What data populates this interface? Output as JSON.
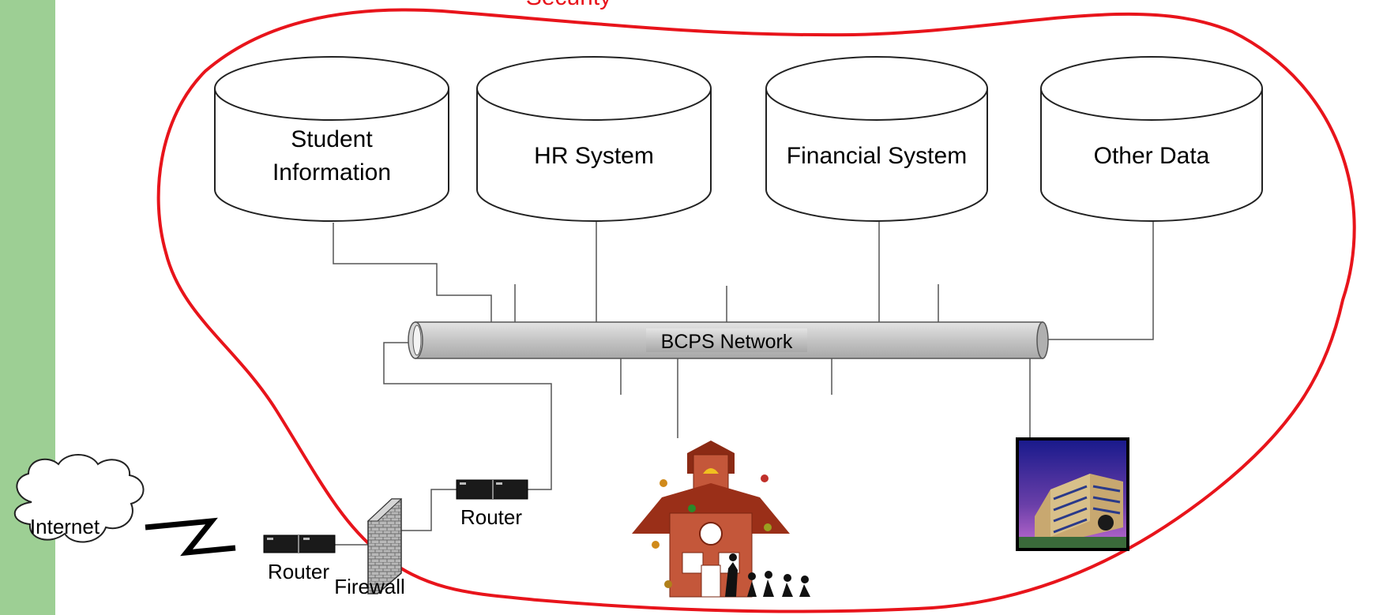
{
  "title": "Security",
  "colors": {
    "sidebar": "#9dcf94",
    "boundary": "#e8141b",
    "title": "#e8141b",
    "line": "#555555",
    "pipe": "#c8c8c8"
  },
  "databases": {
    "student": {
      "line1": "Student",
      "line2": "Information"
    },
    "hr": {
      "label": "HR System"
    },
    "financial": {
      "label": "Financial System"
    },
    "other": {
      "label": "Other Data"
    }
  },
  "network": {
    "label": "BCPS Network"
  },
  "devices": {
    "internet": "Internet",
    "router_outer": "Router",
    "firewall": "Firewall",
    "router_inner": "Router"
  },
  "icons": {
    "school": "schoolhouse-icon",
    "building": "office-building-icon",
    "cloud": "cloud-icon",
    "router": "router-icon",
    "firewall": "firewall-icon",
    "link": "lightning-link-icon"
  }
}
